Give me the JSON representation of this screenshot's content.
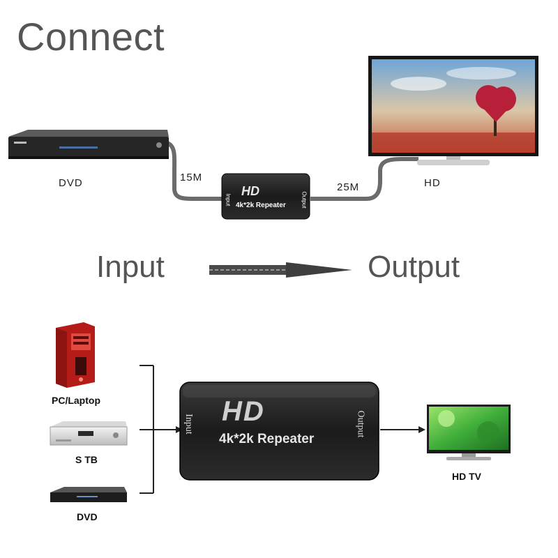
{
  "heading": "Connect",
  "top_diagram": {
    "source_label": "DVD",
    "display_label": "HD",
    "cable_in_length": "15M",
    "cable_out_length": "25M",
    "device_logo": "HD",
    "device_name": "4k*2k Repeater",
    "port_in": "Input",
    "port_out": "Output"
  },
  "flow": {
    "from_label": "Input",
    "to_label": "Output",
    "arrow_icon": "dashed-arrow-right-icon"
  },
  "bottom_diagram": {
    "sources": [
      {
        "label": "PC/Laptop",
        "icon": "pc-tower-icon"
      },
      {
        "label": "S TB",
        "icon": "set-top-box-icon"
      },
      {
        "label": "DVD",
        "icon": "dvd-player-icon"
      }
    ],
    "device_logo": "HD",
    "device_name": "4k*2k Repeater",
    "port_in": "Input",
    "port_out": "Output",
    "sink_label": "HD TV",
    "colors": {
      "device_body": "#1e1e1e",
      "pc_red": "#c8201c",
      "cable": "#8a8a8a"
    }
  }
}
